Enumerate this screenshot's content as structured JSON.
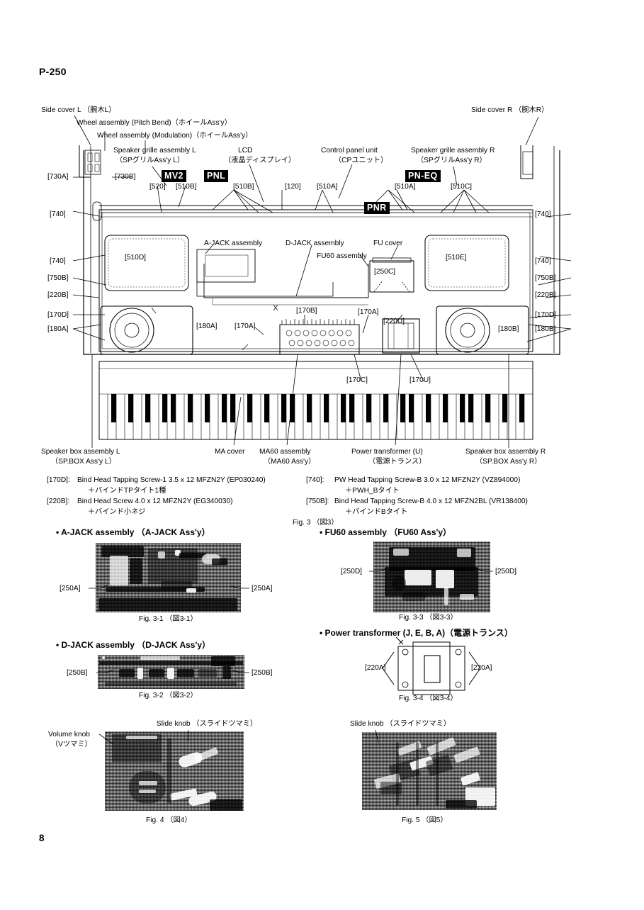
{
  "page": {
    "model": "P-250",
    "number": "8"
  },
  "main_figure": {
    "caption": "Fig. 3 （図3）",
    "callouts_top": [
      {
        "id": "side-cover-l",
        "line1": "Side cover L （腕木L）"
      },
      {
        "id": "wheel-pitch",
        "line1": "Wheel assembly (Pitch Bend)（ホイールAss'y）"
      },
      {
        "id": "wheel-mod",
        "line1": "Wheel assembly (Modulation)（ホイールAss'y）"
      },
      {
        "id": "side-cover-r",
        "line1": "Side cover R （腕木R）"
      },
      {
        "id": "sp-grille-l",
        "line1": "Speaker grille assembly L",
        "line2": "（SPグリルAss'y L）"
      },
      {
        "id": "lcd",
        "line1": "LCD",
        "line2": "（液晶ディスプレイ）"
      },
      {
        "id": "control-panel",
        "line1": "Control panel unit",
        "line2": "（CPユニット）"
      },
      {
        "id": "sp-grille-r",
        "line1": "Speaker grille assembly R",
        "line2": "（SPグリルAss'y R）"
      }
    ],
    "board_tags": [
      {
        "id": "mv2",
        "label": "MV2"
      },
      {
        "id": "pnl",
        "label": "PNL"
      },
      {
        "id": "pn-eq",
        "label": "PN-EQ"
      },
      {
        "id": "pnr",
        "label": "PNR"
      }
    ],
    "part_refs": [
      {
        "label": "[730A]"
      },
      {
        "label": "[730B]"
      },
      {
        "label": "[520]"
      },
      {
        "label": "[510B]"
      },
      {
        "label": "[510B]"
      },
      {
        "label": "[120]"
      },
      {
        "label": "[510A]"
      },
      {
        "label": "[510A]"
      },
      {
        "label": "[510C]"
      },
      {
        "label": "[740]"
      },
      {
        "label": "[740]"
      },
      {
        "label": "[740]"
      },
      {
        "label": "[740]"
      },
      {
        "label": "[510D]"
      },
      {
        "label": "[510E]"
      },
      {
        "label": "[750B]"
      },
      {
        "label": "[750B]"
      },
      {
        "label": "[220B]"
      },
      {
        "label": "[220B]"
      },
      {
        "label": "[170D]"
      },
      {
        "label": "[170D]"
      },
      {
        "label": "[180A]"
      },
      {
        "label": "[180A]"
      },
      {
        "label": "[180B]"
      },
      {
        "label": "[180B]"
      },
      {
        "label": "[170A]"
      },
      {
        "label": "[170A]"
      },
      {
        "label": "[170B]"
      },
      {
        "label": "[220U]"
      },
      {
        "label": "[170C]"
      },
      {
        "label": "[170U]"
      },
      {
        "label": "[250C]"
      }
    ],
    "inner_labels": [
      {
        "id": "a-jack",
        "text": "A-JACK assembly"
      },
      {
        "id": "d-jack",
        "text": "D-JACK assembly"
      },
      {
        "id": "fu-cover",
        "text": "FU cover"
      },
      {
        "id": "fu60",
        "text": "FU60 assembly"
      }
    ],
    "callouts_bottom": [
      {
        "id": "sp-box-l",
        "line1": "Speaker box assembly L",
        "line2": "（SP.BOX Ass'y L）"
      },
      {
        "id": "ma-cover",
        "line1": "MA cover",
        "line2": ""
      },
      {
        "id": "ma60",
        "line1": "MA60 assembly",
        "line2": "（MA60 Ass'y）"
      },
      {
        "id": "power-transformer-u",
        "line1": "Power transformer (U)",
        "line2": "（電源トランス）"
      },
      {
        "id": "sp-box-r",
        "line1": "Speaker box assembly R",
        "line2": "（SP.BOX Ass'y R）"
      }
    ]
  },
  "screw_notes": [
    {
      "ref": "[170D]:",
      "desc": "Bind Head Tapping Screw-1 3.5 x 12 MFZN2Y (EP030240)",
      "jp": "＋バインドTPタイト1種"
    },
    {
      "ref": "[220B]:",
      "desc": "Bind Head Screw 4.0 x 12 MFZN2Y (EG340030)",
      "jp": "＋バインド小ネジ"
    },
    {
      "ref": "[740]:",
      "desc": "PW Head Tapping Screw-B 3.0 x 12 MFZN2Y (VZ894000)",
      "jp": "＋PWH_Bタイト"
    },
    {
      "ref": "[750B]:",
      "desc": "Bind Head Tapping Screw-B 4.0 x 12 MFZN2BL (VR138400)",
      "jp": "＋バインドBタイト"
    }
  ],
  "sections": [
    {
      "id": "a-jack",
      "heading": "• A-JACK assembly （A-JACK Ass'y）",
      "caption": "Fig. 3-1 （図3-1）",
      "label_left": "[250A]",
      "label_right": "[250A]"
    },
    {
      "id": "fu60",
      "heading": "• FU60 assembly （FU60 Ass'y）",
      "caption": "Fig. 3-3 （図3-3）",
      "label_left": "[250D]",
      "label_right": "[250D]"
    },
    {
      "id": "d-jack",
      "heading": "• D-JACK assembly （D-JACK Ass'y）",
      "caption": "Fig. 3-2 （図3-2）",
      "label_left": "[250B]",
      "label_right": "[250B]"
    },
    {
      "id": "power-transformer",
      "heading": "• Power transformer (J, E, B, A)（電源トランス）",
      "caption": "Fig. 3-4 （図3-4）",
      "label_left": "[220A]",
      "label_right": "[220A]"
    },
    {
      "id": "fig4",
      "heading": "",
      "caption": "Fig. 4 （図4）",
      "label_volume_1": "Volume knob",
      "label_volume_2": "（Vツマミ）",
      "label_slide": "Slide knob （スライドツマミ）"
    },
    {
      "id": "fig5",
      "heading": "",
      "caption": "Fig. 5 （図5）",
      "label_slide": "Slide knob （スライドツマミ）"
    }
  ]
}
